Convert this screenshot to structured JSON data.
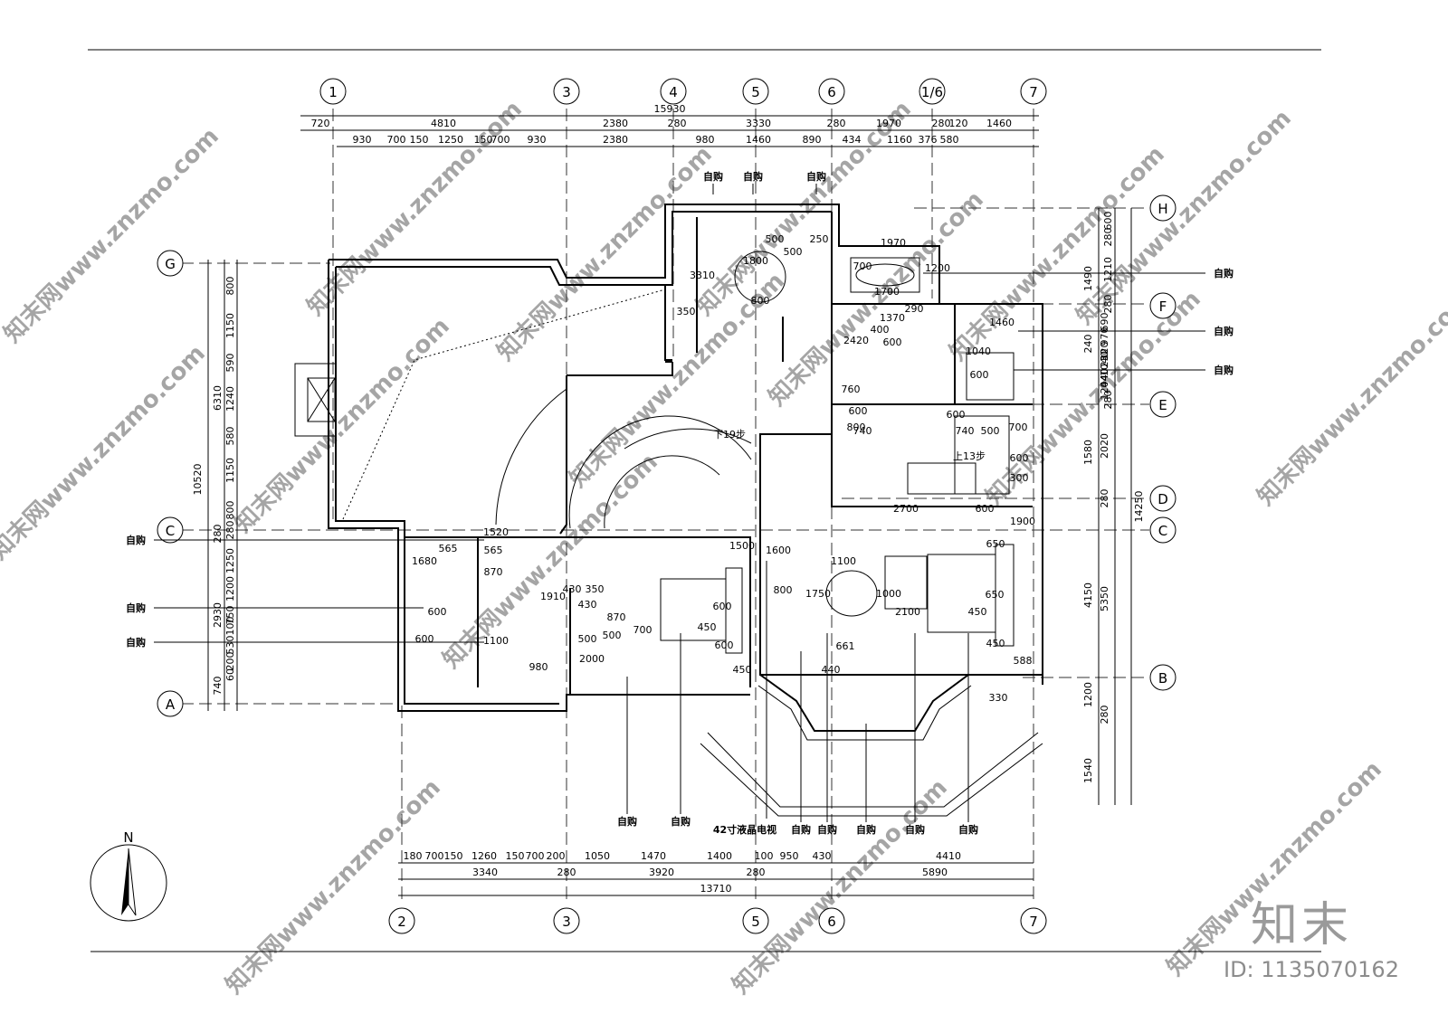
{
  "axes_top": [
    "1",
    "3",
    "4",
    "5",
    "6",
    "1/6",
    "7"
  ],
  "axes_bottom": [
    "2",
    "3",
    "5",
    "6",
    "7"
  ],
  "axes_left": [
    "G",
    "C",
    "A"
  ],
  "axes_right": [
    "H",
    "F",
    "E",
    "D",
    "C",
    "B"
  ],
  "top_total": "15930",
  "top_row1": [
    "720",
    "4810",
    "2380",
    "280",
    "3330",
    "280",
    "1970",
    "280",
    "120",
    "1460"
  ],
  "top_row2": [
    "930",
    "700",
    "150",
    "1250",
    "150",
    "700",
    "930",
    "2380",
    "980",
    "1460",
    "890",
    "434",
    "1160",
    "376",
    "580"
  ],
  "bottom_row1": [
    "180",
    "700",
    "150",
    "1260",
    "150",
    "700",
    "200",
    "1050",
    "1470",
    "1400",
    "100",
    "950",
    "430",
    "4410"
  ],
  "bottom_row2": [
    "3340",
    "280",
    "3920",
    "280",
    "5890"
  ],
  "bottom_total": "13710",
  "left_total": "10520",
  "left_sub": [
    "6310",
    "280",
    "2930",
    "740"
  ],
  "left_row": [
    "800",
    "1150",
    "590",
    "1240",
    "580",
    "1150",
    "800",
    "280",
    "1250",
    "1200",
    "750",
    "100",
    "530",
    "200",
    "60"
  ],
  "right_total": "14250",
  "right_sub": [
    "1490",
    "1580",
    "2020",
    "280",
    "4150",
    "5350",
    "1200",
    "280",
    "1540"
  ],
  "right_row": [
    "600",
    "280",
    "1210",
    "280",
    "690",
    "970",
    "120",
    "1040",
    "440",
    "280",
    "240",
    "230",
    "40",
    "120"
  ],
  "room_dims": [
    "500",
    "250",
    "1800",
    "500",
    "3310",
    "800",
    "350",
    "1970",
    "1700",
    "1200",
    "700",
    "1370",
    "290",
    "400",
    "2420",
    "600",
    "760",
    "1460",
    "1040",
    "600",
    "600",
    "800",
    "740",
    "740",
    "500",
    "600",
    "700",
    "600",
    "300",
    "2700",
    "600",
    "1520",
    "565",
    "565",
    "870",
    "1680",
    "600",
    "600",
    "1100",
    "980",
    "430",
    "430",
    "350",
    "1910",
    "500",
    "870",
    "500",
    "700",
    "2000",
    "450",
    "1500",
    "600",
    "450",
    "600",
    "1600",
    "800",
    "1100",
    "1750",
    "1000",
    "2100",
    "450",
    "1900",
    "650",
    "650",
    "450",
    "588",
    "661",
    "440",
    "330"
  ],
  "stair_labels": [
    "下19步",
    "上13步"
  ],
  "note_purchased": "自购",
  "note_tv": "42寸液晶电视",
  "compass_label": "N",
  "watermark_text": "知末网www.znzmo.com",
  "brand_text": "知末",
  "image_id": "ID: 1135070162"
}
